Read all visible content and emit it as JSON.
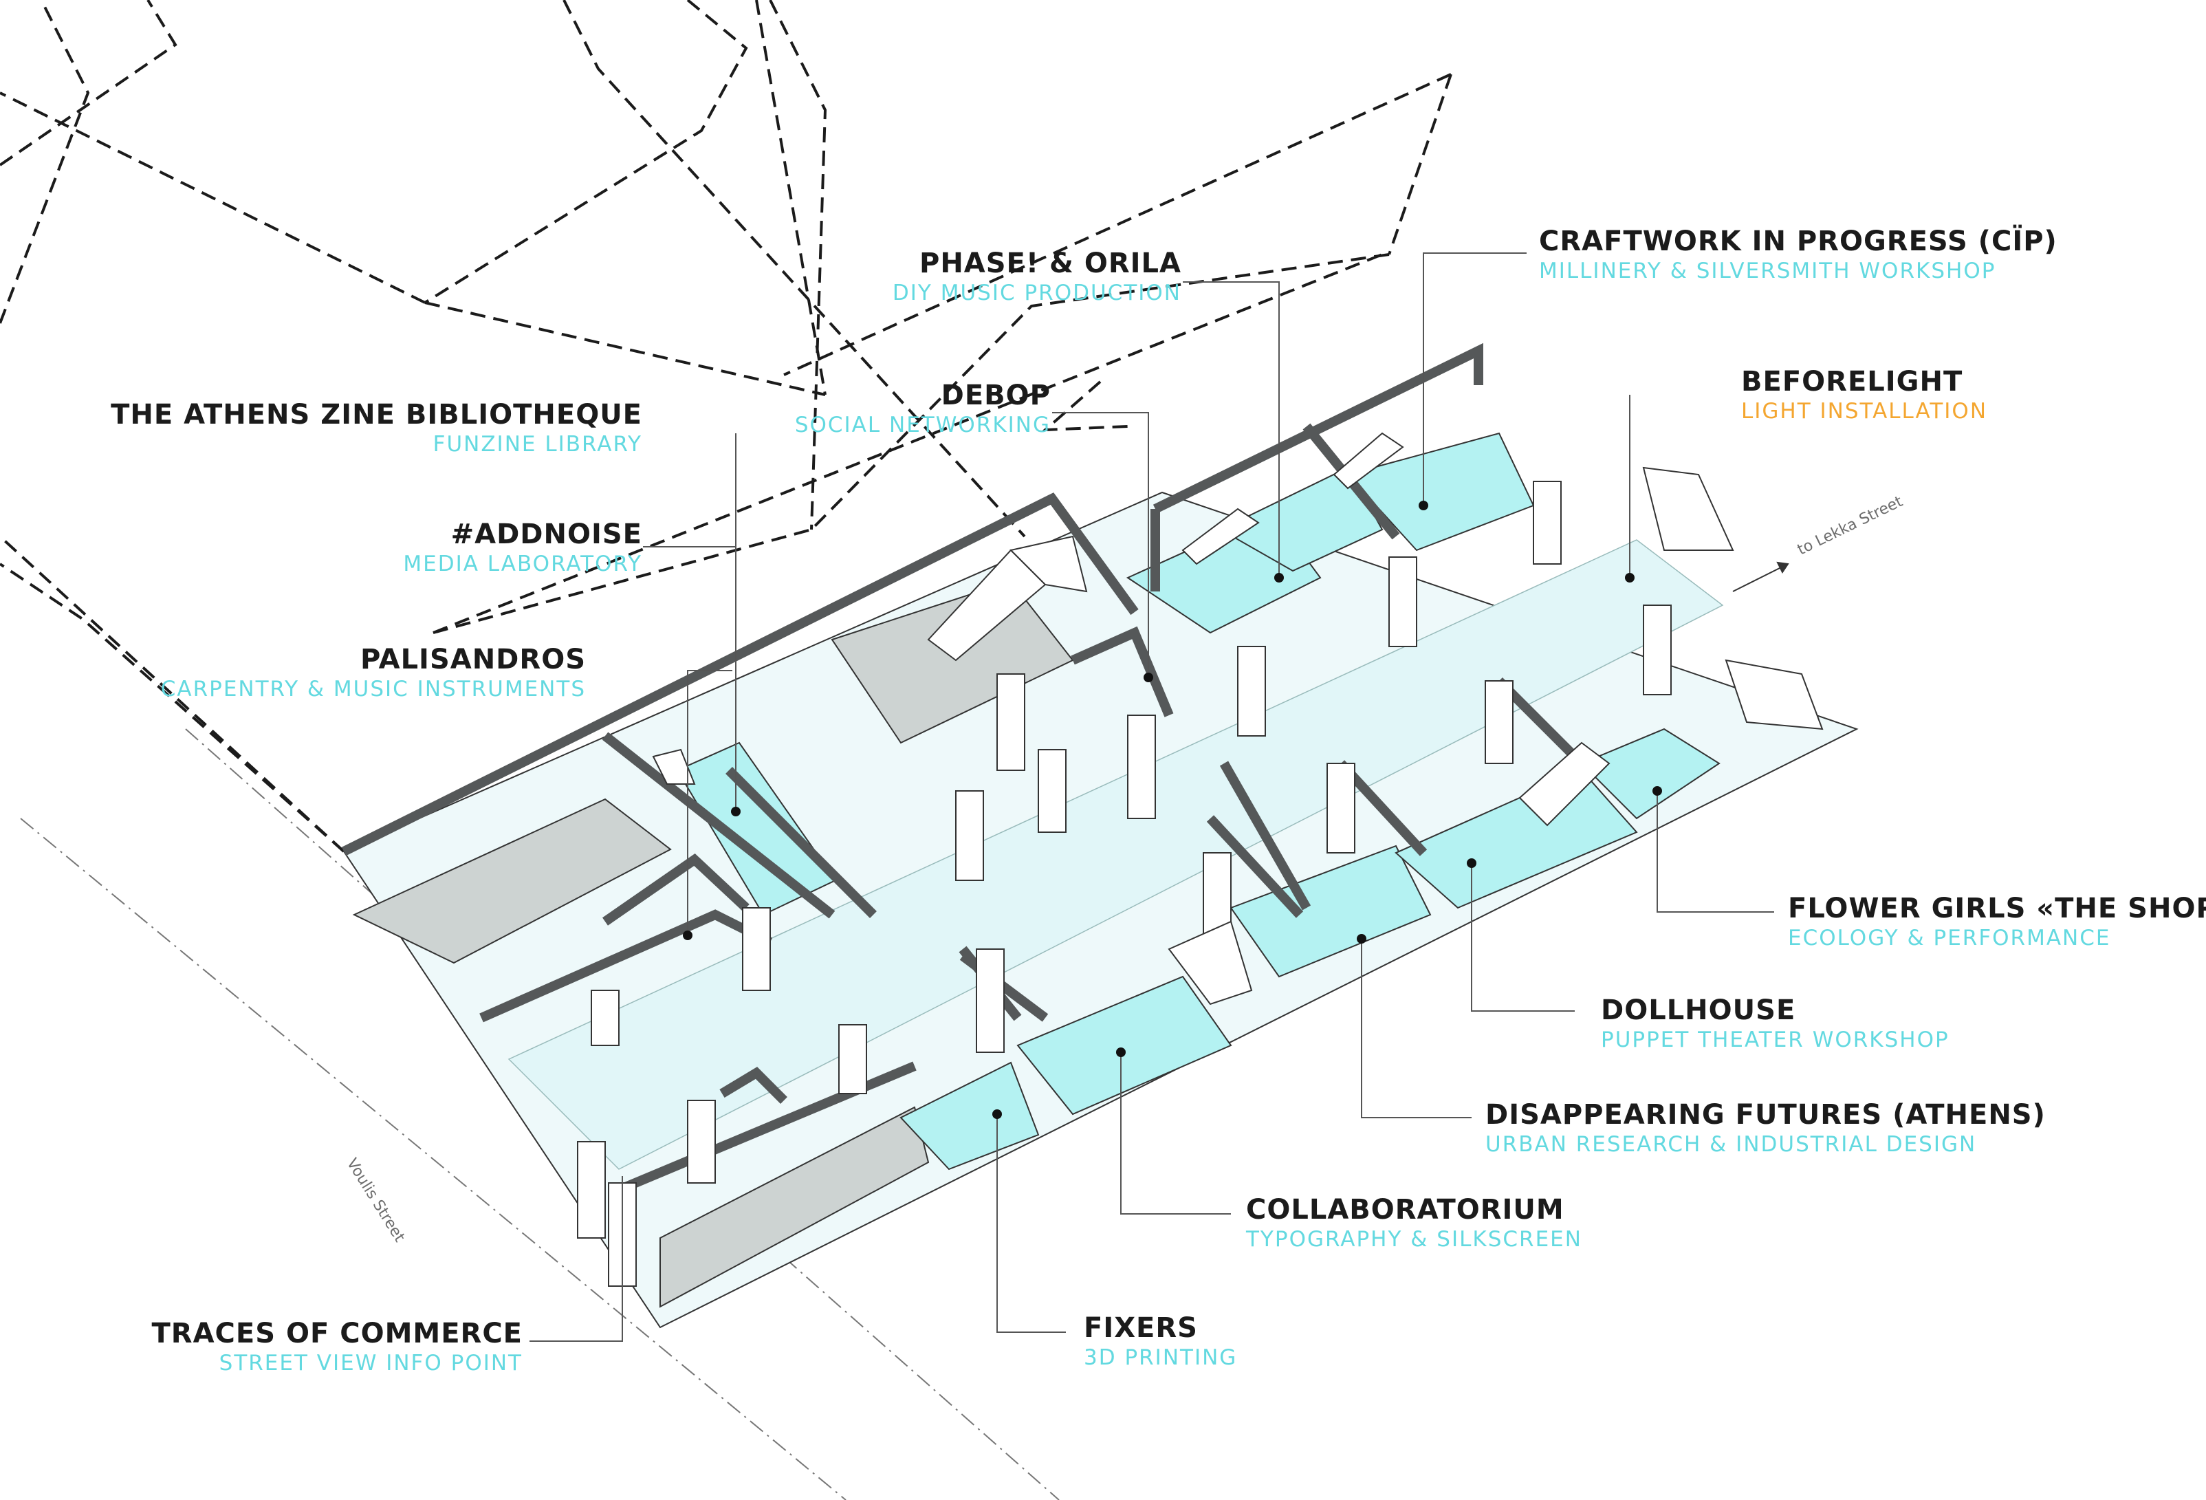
{
  "labels": {
    "athens_zine": {
      "name": "THE ATHENS ZINE BIBLIOTHEQUE",
      "sub": "FUNZINE LIBRARY"
    },
    "addnoise": {
      "name": "#ADDNOISE",
      "sub": "MEDIA LABORATORY"
    },
    "palisandros": {
      "name": "PALISANDROS",
      "sub": "CARPENTRY & MUSIC INSTRUMENTS"
    },
    "phase_orila": {
      "name": "PHASE! & ORILA",
      "sub": "DIY MUSIC PRODUCTION"
    },
    "debop": {
      "name": "DEBOP",
      "sub": "SOCIAL NETWORKING"
    },
    "craftwork": {
      "name": "CRAFTWORK IN PROGRESS (CÏP)",
      "sub": "MILLINERY & SILVERSMITH WORKSHOP"
    },
    "beforelight": {
      "name": "BEFORELIGHT",
      "sub": "LIGHT INSTALLATION"
    },
    "flower_girls": {
      "name": "FLOWER GIRLS «THE SHOP»",
      "sub": "ECOLOGY & PERFORMANCE"
    },
    "dollhouse": {
      "name": "DOLLHOUSE",
      "sub": "PUPPET THEATER WORKSHOP"
    },
    "disappearing": {
      "name": "DISAPPEARING FUTURES (ATHENS)",
      "sub": "URBAN RESEARCH & INDUSTRIAL DESIGN"
    },
    "collaboratorium": {
      "name": "COLLABORATORIUM",
      "sub": "TYPOGRAPHY & SILKSCREEN"
    },
    "fixers": {
      "name": "FIXERS",
      "sub": "3D PRINTING"
    },
    "traces": {
      "name": "TRACES OF COMMERCE",
      "sub": "STREET VIEW INFO POINT"
    }
  },
  "streets": {
    "voulis": "Voulis Street",
    "lekka": "to Lekka Street"
  },
  "colors": {
    "cyan_sub": "#63d9e0",
    "orange_sub": "#f4a630",
    "room_fill": "#b4f2f2",
    "grey_fill": "#cdd3d2",
    "corridor_fill": "#e1f6f8",
    "wall_dark": "#555859"
  }
}
